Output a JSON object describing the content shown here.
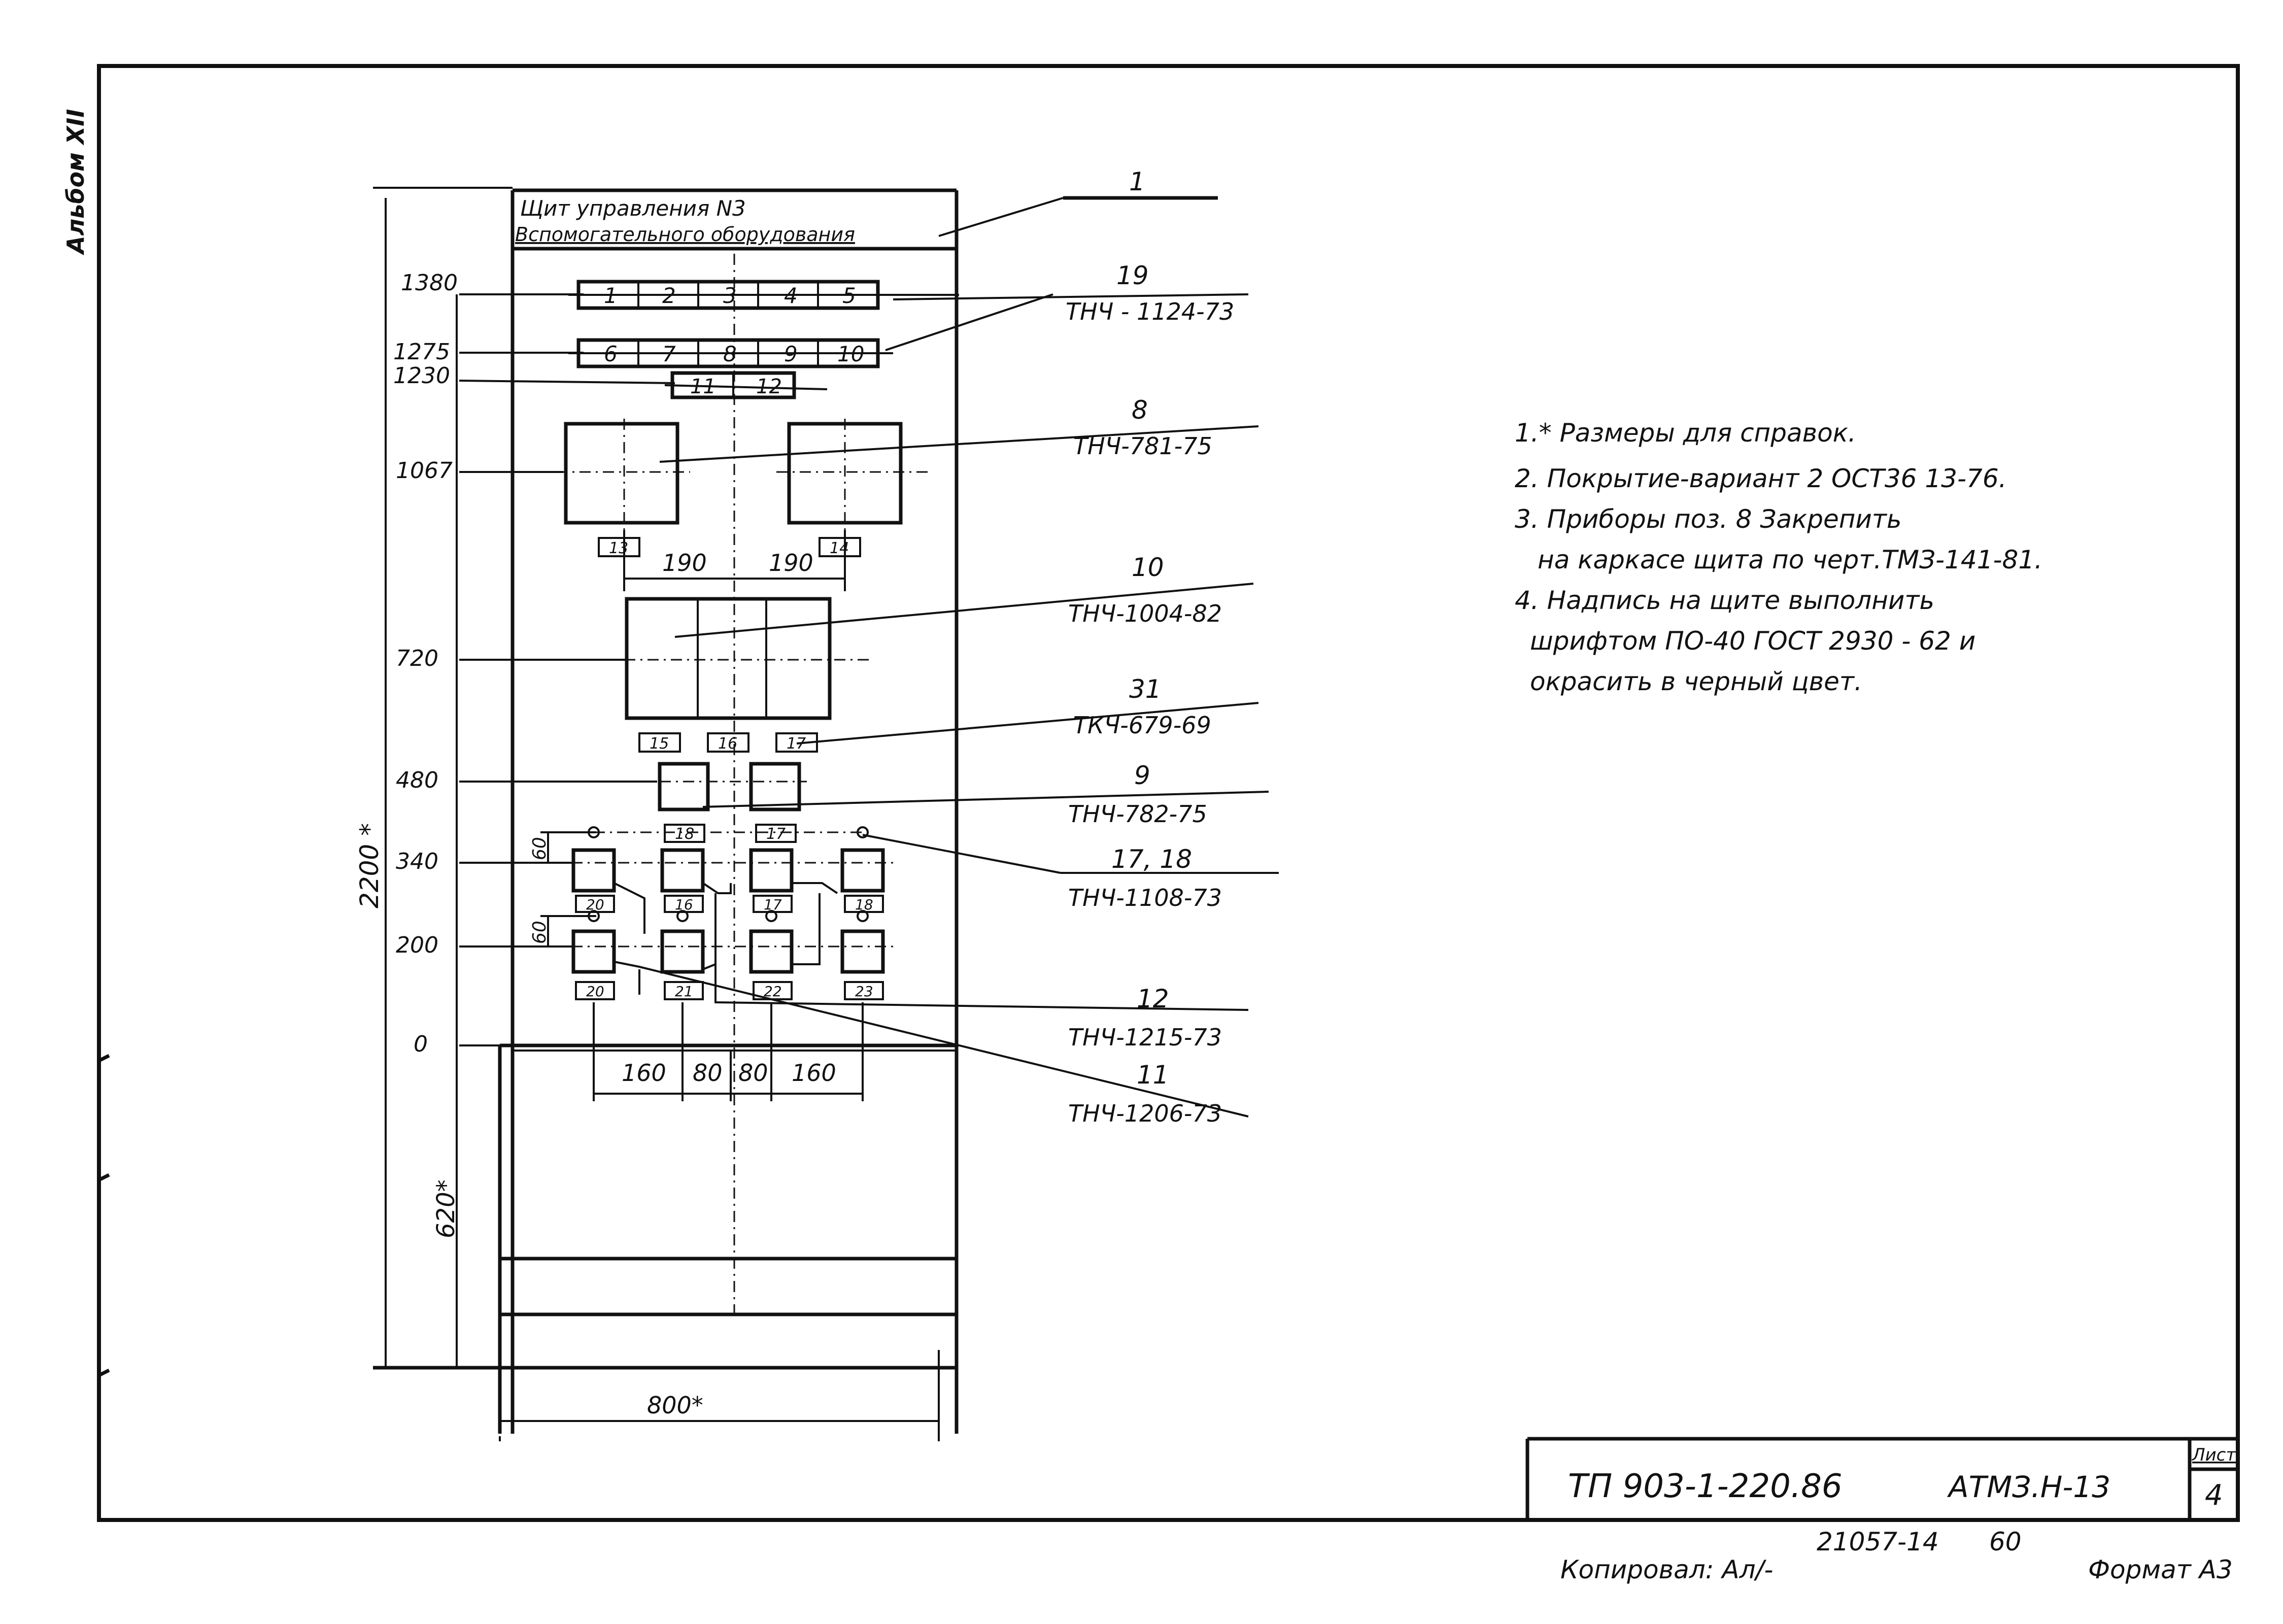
{
  "margin_label": "Альбом XII",
  "panel": {
    "title_line1": "Щит управления N3",
    "title_line2": "Вспомогательного оборудования",
    "height_label": "2200 *",
    "base_label": "620*",
    "width_label": "800*"
  },
  "levels": [
    "1380",
    "1275",
    "1230",
    "1067",
    "720",
    "480",
    "340",
    "200",
    "0"
  ],
  "offsets": {
    "top": "60",
    "bottom": "60"
  },
  "row1_cells": [
    "1",
    "2",
    "3",
    "4",
    "5"
  ],
  "row2_cells": [
    "6",
    "7",
    "8",
    "9",
    "10"
  ],
  "row3_cells": [
    "11",
    "12"
  ],
  "label_tags": {
    "upper": [
      "13",
      "14"
    ],
    "middle": [
      "15",
      "16",
      "17"
    ],
    "t18": "18",
    "t17": "17",
    "row_a": [
      "20",
      "16",
      "17",
      "18"
    ],
    "row_b": [
      "20",
      "21",
      "22",
      "23"
    ]
  },
  "dimensions": {
    "upper_spacing": [
      "190",
      "190"
    ],
    "lower_spacing": [
      "160",
      "80",
      "80",
      "160"
    ]
  },
  "callouts": [
    {
      "pos": "1",
      "doc": ""
    },
    {
      "pos": "19",
      "doc": "ТНЧ - 1124-73"
    },
    {
      "pos": "8",
      "doc": "ТНЧ-781-75"
    },
    {
      "pos": "10",
      "doc": "ТНЧ-1004-82"
    },
    {
      "pos": "31",
      "doc": "ТКЧ-679-69"
    },
    {
      "pos": "9",
      "doc": "ТНЧ-782-75"
    },
    {
      "pos": "17, 18",
      "doc": "ТНЧ-1108-73"
    },
    {
      "pos": "12",
      "doc": "ТНЧ-1215-73"
    },
    {
      "pos": "11",
      "doc": "ТНЧ-1206-73"
    }
  ],
  "notes": [
    "1.* Размеры для справок.",
    "2. Покрытие-вариант 2 ОСТ36 13-76.",
    "3. Приборы поз. 8  Закрепить",
    "на каркасе щита по черт.ТМЗ-141-81.",
    "4. Надпись на щите  выполнить",
    "шрифтом ПО-40 ГОСТ 2930 - 62 и",
    "окрасить в черный цвет."
  ],
  "title_block": {
    "project": "ТП 903-1-220.86",
    "code": "АТМЗ.Н-13",
    "sheet_label": "Лист",
    "sheet_number": "4"
  },
  "footer": {
    "inventory": "21057-14",
    "number": "60",
    "copied_by": "Копировал: Ал/-",
    "format": "Формат А3"
  }
}
